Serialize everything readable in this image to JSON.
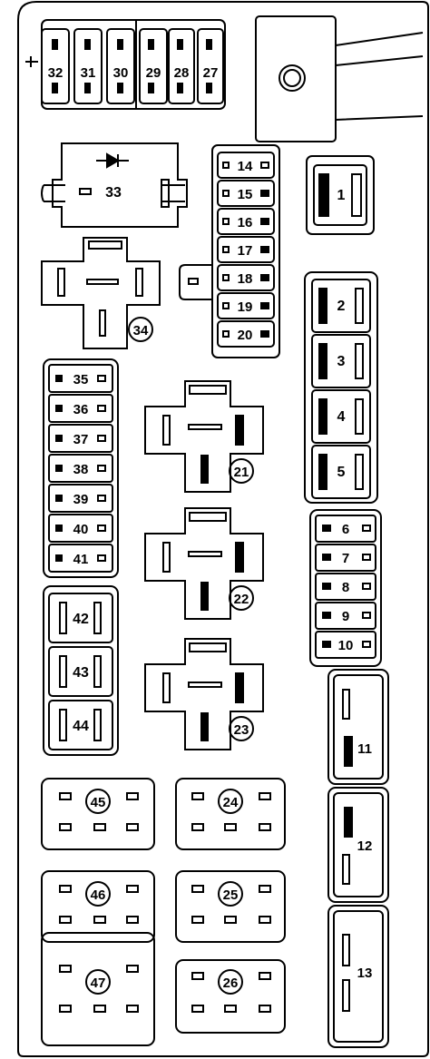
{
  "fuse_box": {
    "connector": {
      "labels": [
        "32",
        "31",
        "30",
        "29",
        "28",
        "27"
      ]
    },
    "diode_fuse": {
      "label": "33"
    },
    "relay_1": {
      "label": "1"
    },
    "fuse_col_a": {
      "labels": [
        "14",
        "15",
        "16",
        "17",
        "18",
        "19",
        "20"
      ]
    },
    "relay_34": {
      "label": "34"
    },
    "fuses_2_5": {
      "labels": [
        "2",
        "3",
        "4",
        "5"
      ]
    },
    "fuse_col_b": {
      "labels": [
        "35",
        "36",
        "37",
        "38",
        "39",
        "40",
        "41"
      ]
    },
    "relays_mid": {
      "labels": [
        "21",
        "22",
        "23"
      ]
    },
    "fuse_col_c": {
      "labels": [
        "6",
        "7",
        "8",
        "9",
        "10"
      ]
    },
    "fuses_42_44": {
      "labels": [
        "42",
        "43",
        "44"
      ]
    },
    "big_fuses": {
      "labels": [
        "11",
        "12",
        "13"
      ]
    },
    "relays_left": {
      "labels": [
        "45",
        "46",
        "47"
      ]
    },
    "relays_right": {
      "labels": [
        "24",
        "25",
        "26"
      ]
    }
  }
}
